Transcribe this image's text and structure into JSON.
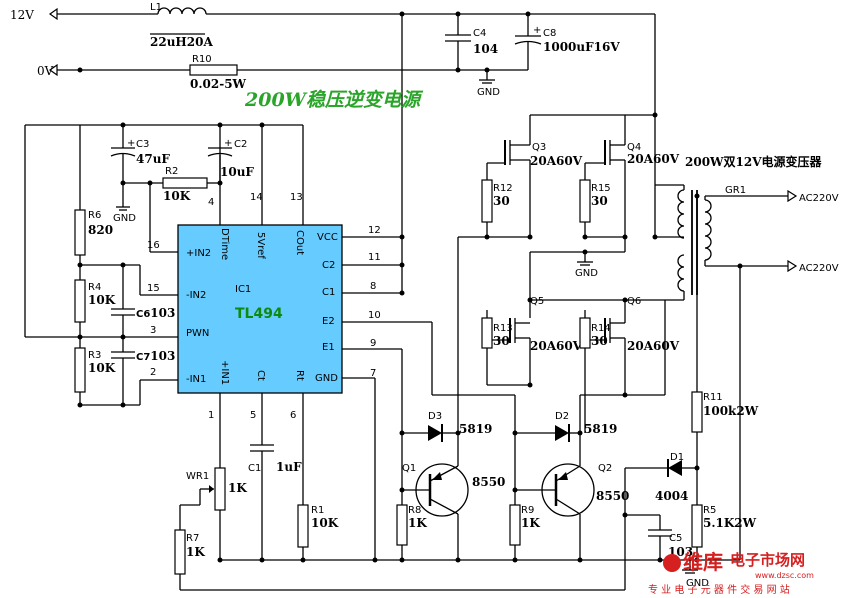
{
  "title": "200W稳压逆变电源",
  "rails": {
    "v12": "12V",
    "v0": "0V",
    "ac1": "AC220V",
    "ac2": "AC220V"
  },
  "gnd": {
    "g1": "GND",
    "g2": "GND",
    "g3": "GND",
    "g4": "GND"
  },
  "ic": {
    "ref": "IC1",
    "part": "TL494",
    "left_pins": [
      {
        "name": "+IN2",
        "num": "16"
      },
      {
        "name": "-IN2",
        "num": "15"
      },
      {
        "name": "PWN",
        "num": "3"
      },
      {
        "name": "-IN1",
        "num": "2"
      }
    ],
    "right_pins": [
      {
        "name": "VCC",
        "num": "12"
      },
      {
        "name": "C2",
        "num": "11"
      },
      {
        "name": "C1",
        "num": "8"
      },
      {
        "name": "E2",
        "num": "10"
      },
      {
        "name": "E1",
        "num": "9"
      },
      {
        "name": "GND",
        "num": "7"
      }
    ],
    "top_pins": [
      {
        "name": "DTime",
        "num": "4"
      },
      {
        "name": "5Vref",
        "num": "14"
      },
      {
        "name": "COut",
        "num": "13"
      }
    ],
    "bottom_pins": [
      {
        "name": "+IN1",
        "num": "1"
      },
      {
        "name": "Ct",
        "num": "5"
      },
      {
        "name": "Rt",
        "num": "6"
      }
    ]
  },
  "components": {
    "L1": {
      "ref": "L1",
      "value": "22uH20A"
    },
    "R10": {
      "ref": "R10",
      "value": "0.02-5W"
    },
    "C4": {
      "ref": "C4",
      "value": "104"
    },
    "C8": {
      "ref": "C8",
      "value": "1000uF16V"
    },
    "C3": {
      "ref": "C3",
      "value": "47uF"
    },
    "C2": {
      "ref": "C2",
      "value": "10uF"
    },
    "R2": {
      "ref": "R2",
      "value": "10K"
    },
    "R6": {
      "ref": "R6",
      "value": "820"
    },
    "R4": {
      "ref": "R4",
      "value": "10K"
    },
    "R3": {
      "ref": "R3",
      "value": "10K"
    },
    "C6": {
      "ref": "C6",
      "value": "103"
    },
    "C7": {
      "ref": "C7",
      "value": "103"
    },
    "WR1": {
      "ref": "WR1",
      "value": "1K"
    },
    "R7": {
      "ref": "R7",
      "value": "1K"
    },
    "C1": {
      "ref": "C1",
      "value": "1uF"
    },
    "R1": {
      "ref": "R1",
      "value": "10K"
    },
    "D3": {
      "ref": "D3",
      "value": "5819"
    },
    "D2": {
      "ref": "D2",
      "value": "5819"
    },
    "Q1": {
      "ref": "Q1",
      "value": "8550"
    },
    "Q2": {
      "ref": "Q2",
      "value": "8550"
    },
    "R8": {
      "ref": "R8",
      "value": "1K"
    },
    "R9": {
      "ref": "R9",
      "value": "1K"
    },
    "Q3": {
      "ref": "Q3",
      "value": "20A60V"
    },
    "Q4": {
      "ref": "Q4",
      "value": "20A60V"
    },
    "Q5": {
      "ref": "Q5",
      "value": "20A60V"
    },
    "Q6": {
      "ref": "Q6",
      "value": "20A60V"
    },
    "R12": {
      "ref": "R12",
      "value": "30"
    },
    "R15": {
      "ref": "R15",
      "value": "30"
    },
    "R13": {
      "ref": "R13",
      "value": "30"
    },
    "R14": {
      "ref": "R14",
      "value": "30"
    },
    "GR1": {
      "ref": "GR1",
      "value": "200W双12V电源变压器"
    },
    "R11": {
      "ref": "R11",
      "value": "100k2W"
    },
    "R5": {
      "ref": "R5",
      "value": "5.1K2W"
    },
    "D1": {
      "ref": "D1",
      "value": "4004"
    },
    "C5": {
      "ref": "C5",
      "value": "103"
    }
  },
  "watermark": {
    "brand": "维库",
    "name": "电子市场网",
    "url": "www.dzsc.com",
    "slogan": "专 业 电 子 元 器 件 交 易 网 站"
  },
  "colors": {
    "title": "#2aa52a",
    "ic_fill": "#66ccff",
    "ic_text": "#0f8a0f",
    "watermark": "#d62020"
  }
}
